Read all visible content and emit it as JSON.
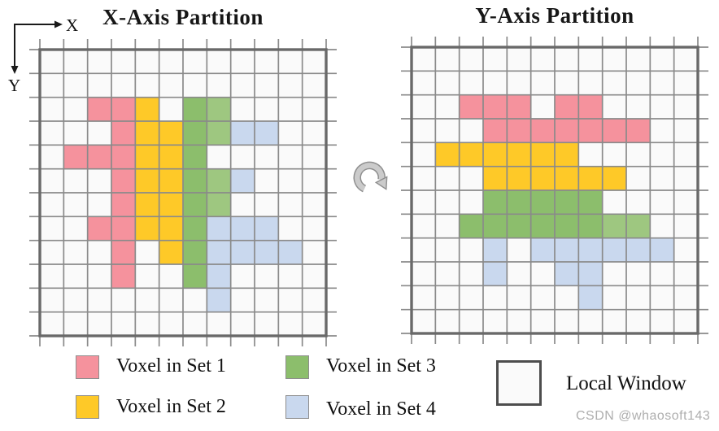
{
  "axis_indicator": {
    "x_label": "X",
    "y_label": "Y"
  },
  "panels": [
    {
      "title": "X-Axis Partition",
      "grid": {
        "rows": 12,
        "cols": 12,
        "cells": [
          [
            2,
            2,
            "set1"
          ],
          [
            2,
            3,
            "set1"
          ],
          [
            2,
            4,
            "set2"
          ],
          [
            2,
            6,
            "set3"
          ],
          [
            2,
            7,
            "set3_light"
          ],
          [
            3,
            3,
            "set1"
          ],
          [
            3,
            4,
            "set2"
          ],
          [
            3,
            5,
            "set2"
          ],
          [
            3,
            6,
            "set3"
          ],
          [
            3,
            7,
            "set3_light"
          ],
          [
            3,
            8,
            "set4"
          ],
          [
            3,
            9,
            "set4"
          ],
          [
            4,
            1,
            "set1"
          ],
          [
            4,
            2,
            "set1"
          ],
          [
            4,
            3,
            "set1"
          ],
          [
            4,
            4,
            "set2"
          ],
          [
            4,
            5,
            "set2"
          ],
          [
            4,
            6,
            "set3"
          ],
          [
            5,
            3,
            "set1"
          ],
          [
            5,
            4,
            "set2"
          ],
          [
            5,
            5,
            "set2"
          ],
          [
            5,
            6,
            "set3"
          ],
          [
            5,
            7,
            "set3_light"
          ],
          [
            5,
            8,
            "set4"
          ],
          [
            6,
            3,
            "set1"
          ],
          [
            6,
            4,
            "set2"
          ],
          [
            6,
            5,
            "set2"
          ],
          [
            6,
            6,
            "set3"
          ],
          [
            6,
            7,
            "set3_light"
          ],
          [
            7,
            2,
            "set1"
          ],
          [
            7,
            3,
            "set1"
          ],
          [
            7,
            4,
            "set2"
          ],
          [
            7,
            5,
            "set2"
          ],
          [
            7,
            6,
            "set3"
          ],
          [
            7,
            7,
            "set4"
          ],
          [
            7,
            8,
            "set4"
          ],
          [
            7,
            9,
            "set4"
          ],
          [
            8,
            3,
            "set1"
          ],
          [
            8,
            5,
            "set2"
          ],
          [
            8,
            6,
            "set3"
          ],
          [
            8,
            7,
            "set4"
          ],
          [
            8,
            8,
            "set4"
          ],
          [
            8,
            9,
            "set4"
          ],
          [
            8,
            10,
            "set4"
          ],
          [
            9,
            3,
            "set1"
          ],
          [
            9,
            6,
            "set3"
          ],
          [
            9,
            7,
            "set4"
          ],
          [
            10,
            7,
            "set4"
          ]
        ]
      }
    },
    {
      "title": "Y-Axis Partition",
      "grid": {
        "rows": 12,
        "cols": 12,
        "cells": [
          [
            2,
            2,
            "set1"
          ],
          [
            2,
            3,
            "set1"
          ],
          [
            2,
            4,
            "set1"
          ],
          [
            2,
            6,
            "set1"
          ],
          [
            2,
            7,
            "set1"
          ],
          [
            3,
            3,
            "set1"
          ],
          [
            3,
            4,
            "set1"
          ],
          [
            3,
            5,
            "set1"
          ],
          [
            3,
            6,
            "set1"
          ],
          [
            3,
            7,
            "set1"
          ],
          [
            3,
            8,
            "set1"
          ],
          [
            3,
            9,
            "set1"
          ],
          [
            4,
            1,
            "set2"
          ],
          [
            4,
            2,
            "set2"
          ],
          [
            4,
            3,
            "set2"
          ],
          [
            4,
            4,
            "set2"
          ],
          [
            4,
            5,
            "set2"
          ],
          [
            4,
            6,
            "set2"
          ],
          [
            5,
            3,
            "set2"
          ],
          [
            5,
            4,
            "set2"
          ],
          [
            5,
            5,
            "set2"
          ],
          [
            5,
            6,
            "set2"
          ],
          [
            5,
            7,
            "set2"
          ],
          [
            5,
            8,
            "set2"
          ],
          [
            6,
            3,
            "set3"
          ],
          [
            6,
            4,
            "set3"
          ],
          [
            6,
            5,
            "set3"
          ],
          [
            6,
            6,
            "set3"
          ],
          [
            6,
            7,
            "set3"
          ],
          [
            7,
            2,
            "set3"
          ],
          [
            7,
            3,
            "set3"
          ],
          [
            7,
            4,
            "set3"
          ],
          [
            7,
            5,
            "set3"
          ],
          [
            7,
            6,
            "set3"
          ],
          [
            7,
            7,
            "set3"
          ],
          [
            7,
            8,
            "set3_light"
          ],
          [
            7,
            9,
            "set3_light"
          ],
          [
            8,
            3,
            "set4"
          ],
          [
            8,
            5,
            "set4"
          ],
          [
            8,
            6,
            "set4"
          ],
          [
            8,
            7,
            "set4"
          ],
          [
            8,
            8,
            "set4"
          ],
          [
            8,
            9,
            "set4"
          ],
          [
            8,
            10,
            "set4"
          ],
          [
            9,
            3,
            "set4"
          ],
          [
            9,
            6,
            "set4"
          ],
          [
            9,
            7,
            "set4"
          ],
          [
            10,
            7,
            "set4"
          ]
        ]
      }
    }
  ],
  "rotation_arrow": "rotate-clockwise",
  "legend": {
    "items": [
      {
        "label": "Voxel in Set 1",
        "set": "set1"
      },
      {
        "label": "Voxel in Set 2",
        "set": "set2"
      },
      {
        "label": "Voxel in Set 3",
        "set": "set3"
      },
      {
        "label": "Voxel in Set 4",
        "set": "set4"
      }
    ],
    "local_window_label": "Local Window"
  },
  "watermark": "CSDN @whaosoft143",
  "colors": {
    "set1": "#F5929D",
    "set2": "#FEC928",
    "set3": "#8CBE6C",
    "set3_light": "#9EC780",
    "set4": "#C9D8EE",
    "cell_bg": "#FAFAFA",
    "grid_line": "#8A8A8A",
    "grid_border": "#696969",
    "arrow_fill": "#CBCBCB",
    "arrow_outline": "#8F8F8F",
    "axis_ink": "#1A1A1A"
  }
}
